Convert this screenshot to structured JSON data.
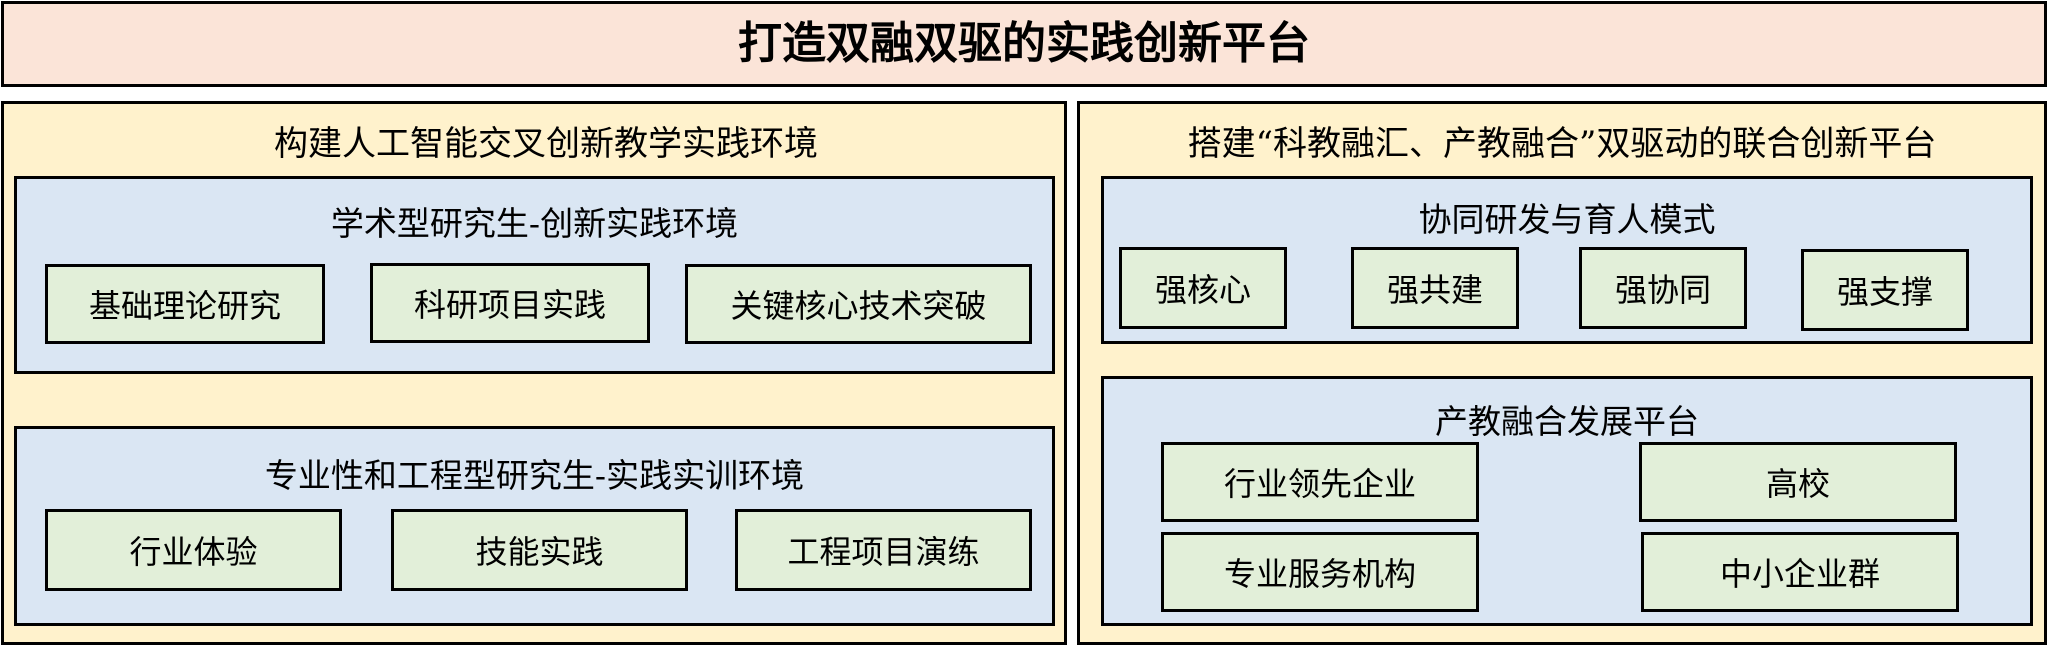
{
  "title": "打造双融双驱的实践创新平台",
  "left_panel": {
    "title": "构建人工智能交叉创新教学实践环境",
    "academic": {
      "title": "学术型研究生-创新实践环境",
      "items": [
        "基础理论研究",
        "科研项目实践",
        "关键核心技术突破"
      ]
    },
    "professional": {
      "title": "专业性和工程型研究生-实践实训环境",
      "items": [
        "行业体验",
        "技能实践",
        "工程项目演练"
      ]
    }
  },
  "right_panel": {
    "title": "搭建“科教融汇、产教融合”双驱动的联合创新平台",
    "collab": {
      "title": "协同研发与育人模式",
      "items": [
        "强核心",
        "强共建",
        "强协同",
        "强支撑"
      ]
    },
    "industry": {
      "title": "产教融合发展平台",
      "items": [
        "行业领先企业",
        "高校",
        "专业服务机构",
        "中小企业群"
      ]
    }
  }
}
